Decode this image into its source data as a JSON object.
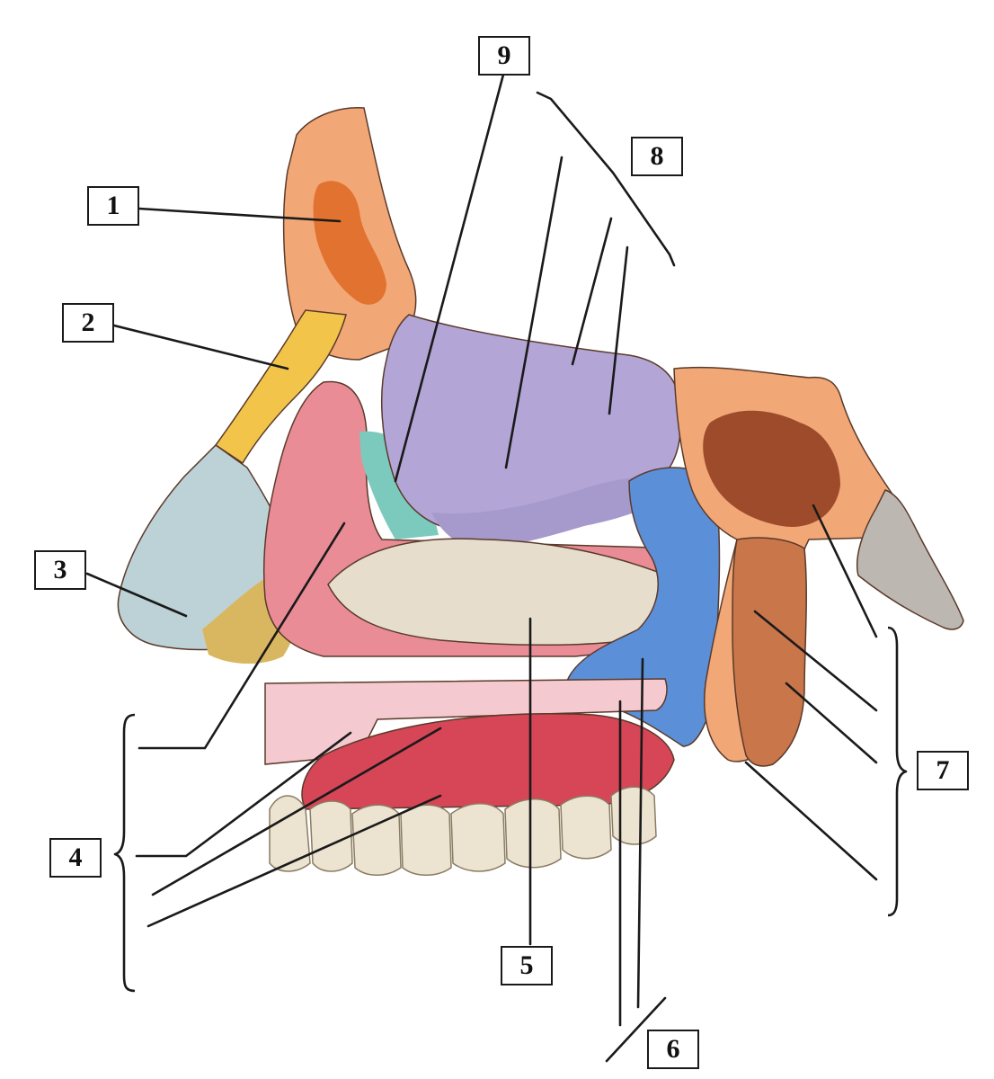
{
  "labels": {
    "l1": "1",
    "l2": "2",
    "l3": "3",
    "l4": "4",
    "l5": "5",
    "l6": "6",
    "l7": "7",
    "l8": "8",
    "l9": "9"
  },
  "colors": {
    "frontal": "#f2a777",
    "frontal_sinus": "#e2722f",
    "nasal_bone": "#f2c54a",
    "nasal_cartilage": "#bcd2d6",
    "maxilla": "#e98c96",
    "maxilla_dark": "#d64657",
    "lacrimal": "#7cc9bd",
    "ethmoid": "#b3a6d6",
    "inferior_concha": "#e6ddcc",
    "palatine": "#5b8fd8",
    "sphenoid": "#c8764a",
    "sphenoid_sinus": "#9e4b2c",
    "occipital_gray": "#bdb7b2",
    "teeth": "#ece4d0",
    "outline": "#1a1a1a"
  }
}
